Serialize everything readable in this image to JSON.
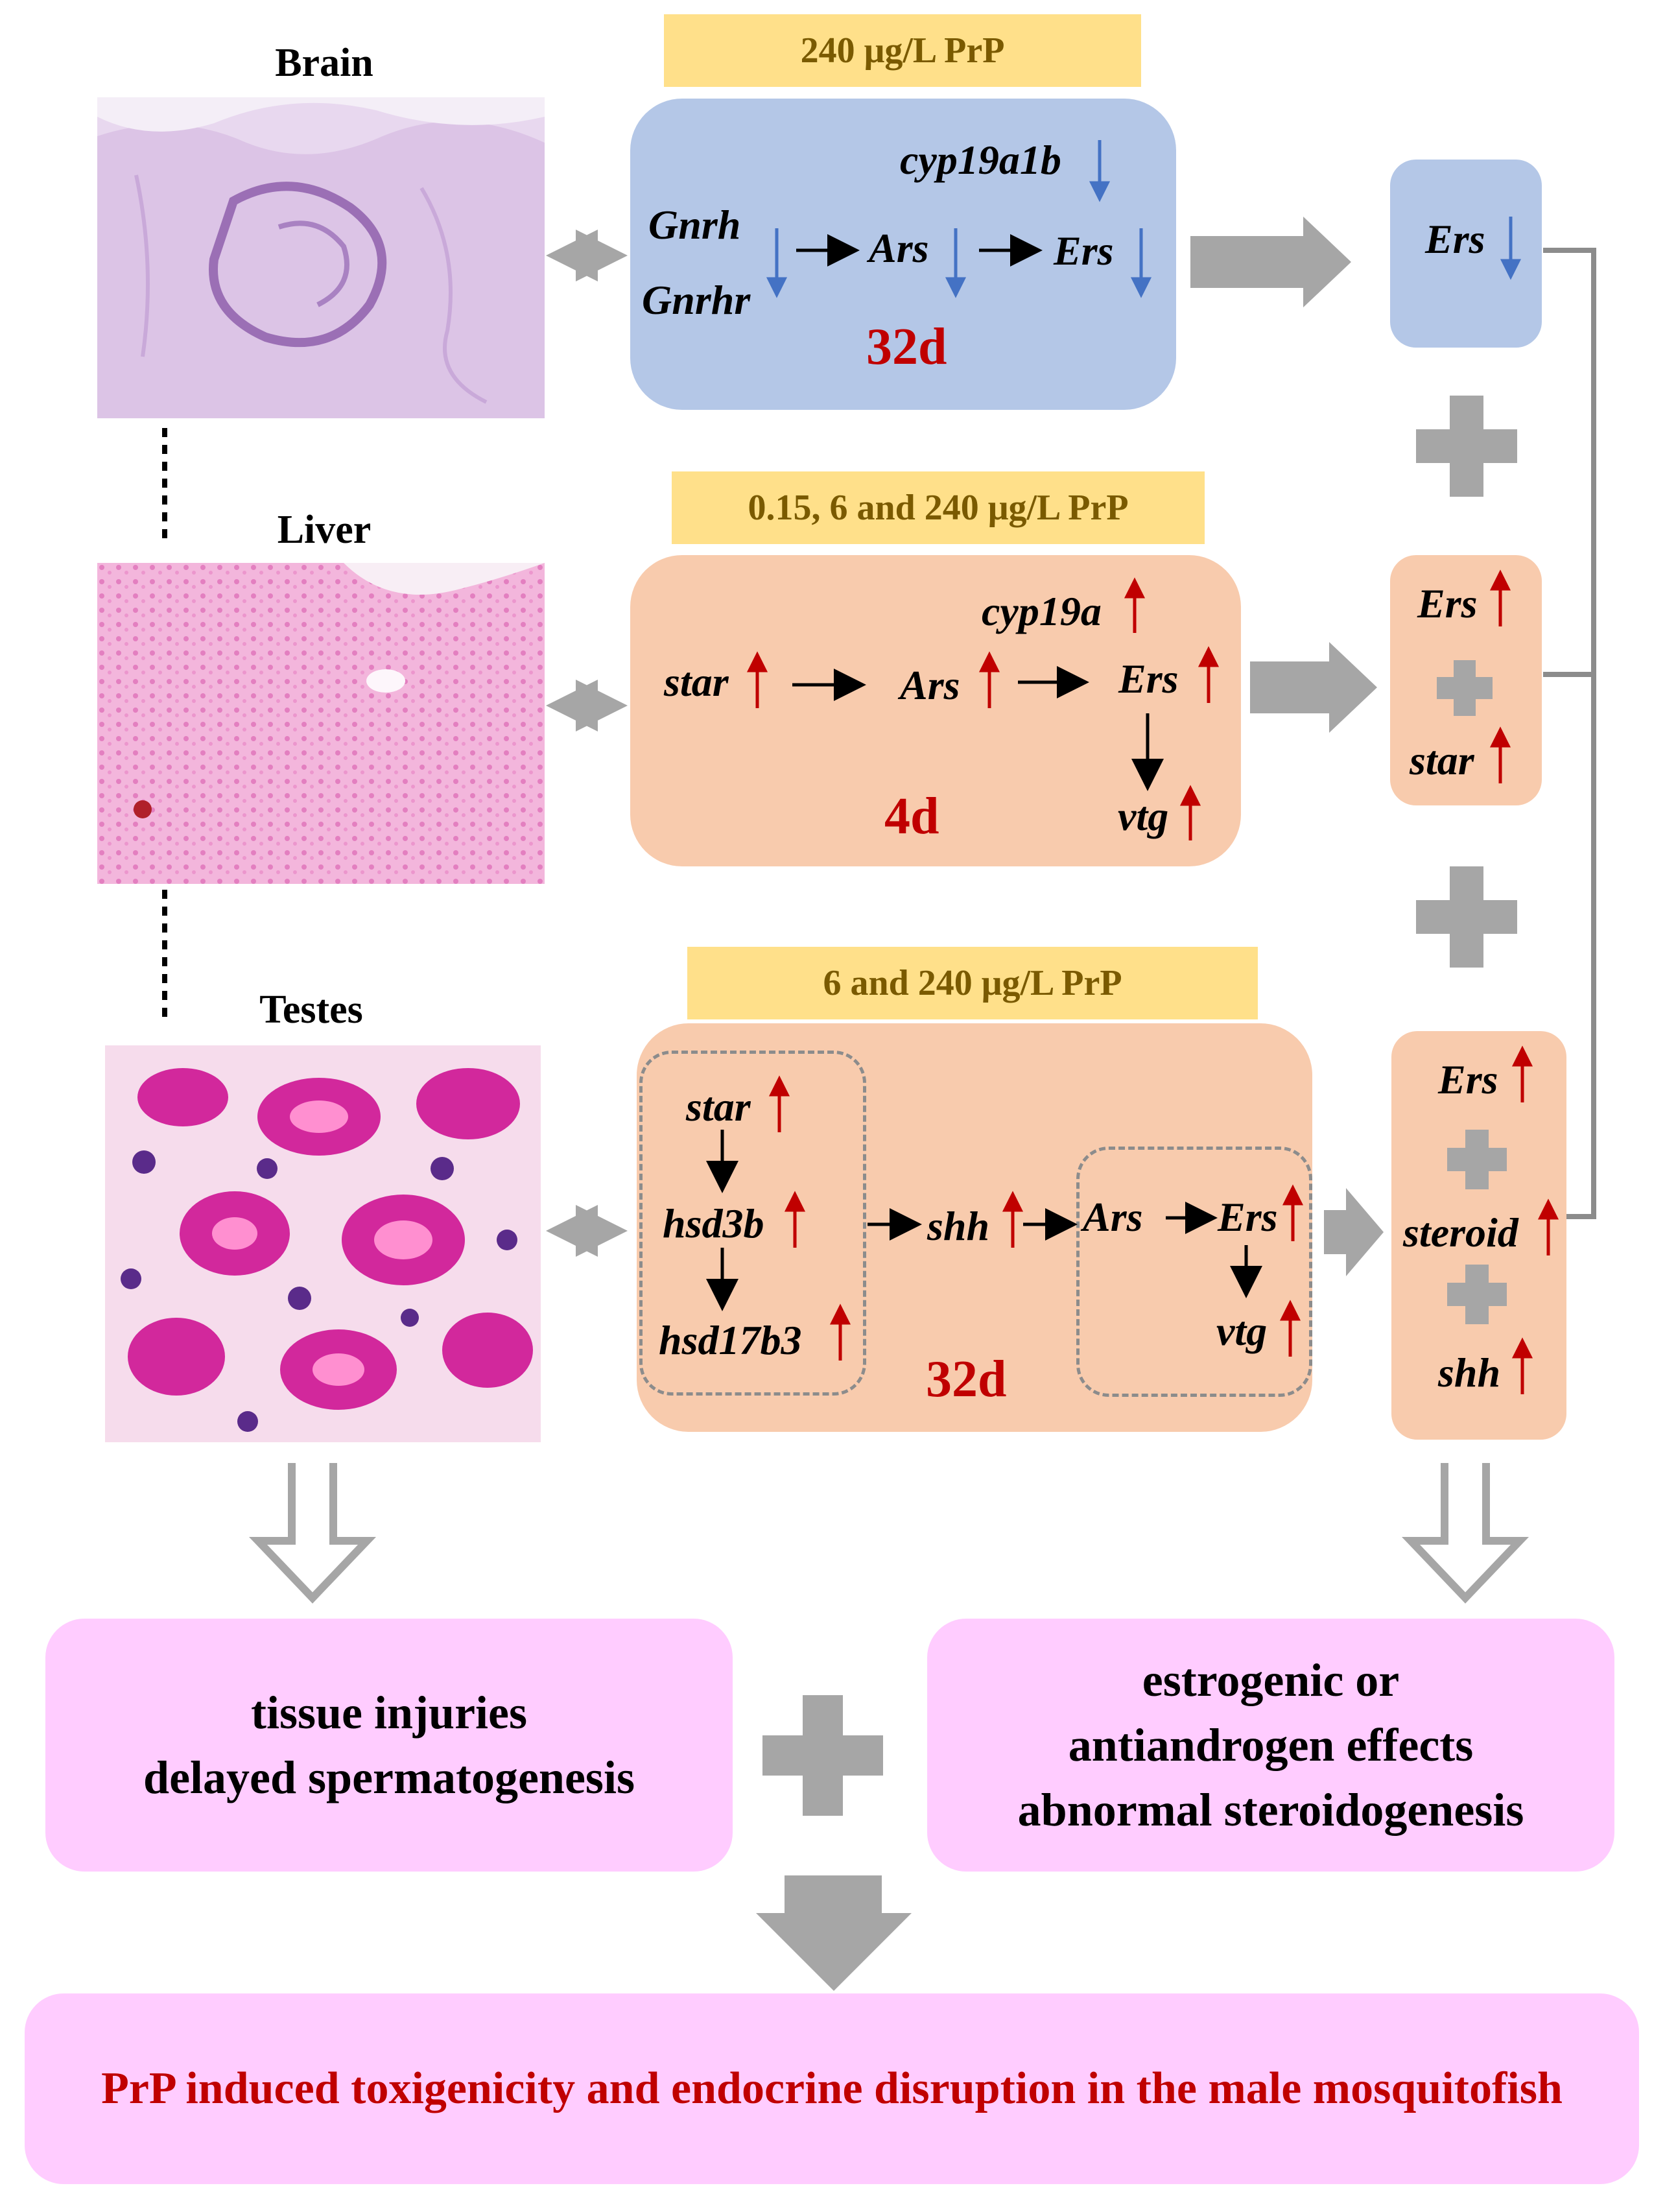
{
  "tissues": {
    "brain": "Brain",
    "liver": "Liver",
    "testes": "Testes"
  },
  "doses": {
    "brain": "240 μg/L PrP",
    "liver": "0.15, 6 and 240 μg/L PrP",
    "testes": "6 and 240 μg/L PrP"
  },
  "brain_panel": {
    "genes": [
      "Gnrh",
      "Gnrhr",
      "Ars",
      "Ers",
      "cyp19a1b"
    ],
    "days": "32d"
  },
  "liver_panel": {
    "genes": [
      "star",
      "Ars",
      "Ers",
      "cyp19a",
      "vtg"
    ],
    "days": "4d"
  },
  "testes_panel": {
    "genes": [
      "star",
      "hsd3b",
      "hsd17b3",
      "shh",
      "Ars",
      "Ers",
      "vtg"
    ],
    "days": "32d"
  },
  "summary": {
    "brain": [
      "Ers"
    ],
    "liver": [
      "Ers",
      "star"
    ],
    "testes": [
      "Ers",
      "steroid",
      "shh"
    ]
  },
  "outcomes": {
    "left": [
      "tissue injuries",
      "delayed spermatogenesis"
    ],
    "right": [
      "estrogenic  or",
      "antiandrogen effects",
      "abnormal steroidogenesis"
    ]
  },
  "conclusion": "PrP induced toxigenicity and endocrine disruption  in the male mosquitofish",
  "colors": {
    "up_arrow": "#c00000",
    "down_arrow": "#4472c4",
    "dose_box": "#ffe08a",
    "brain_box": "#b4c7e7",
    "liver_testes_box": "#f8cbad",
    "outcome_box": "#ffccff",
    "connector": "#8c8c8c",
    "days_text": "#c00000"
  }
}
